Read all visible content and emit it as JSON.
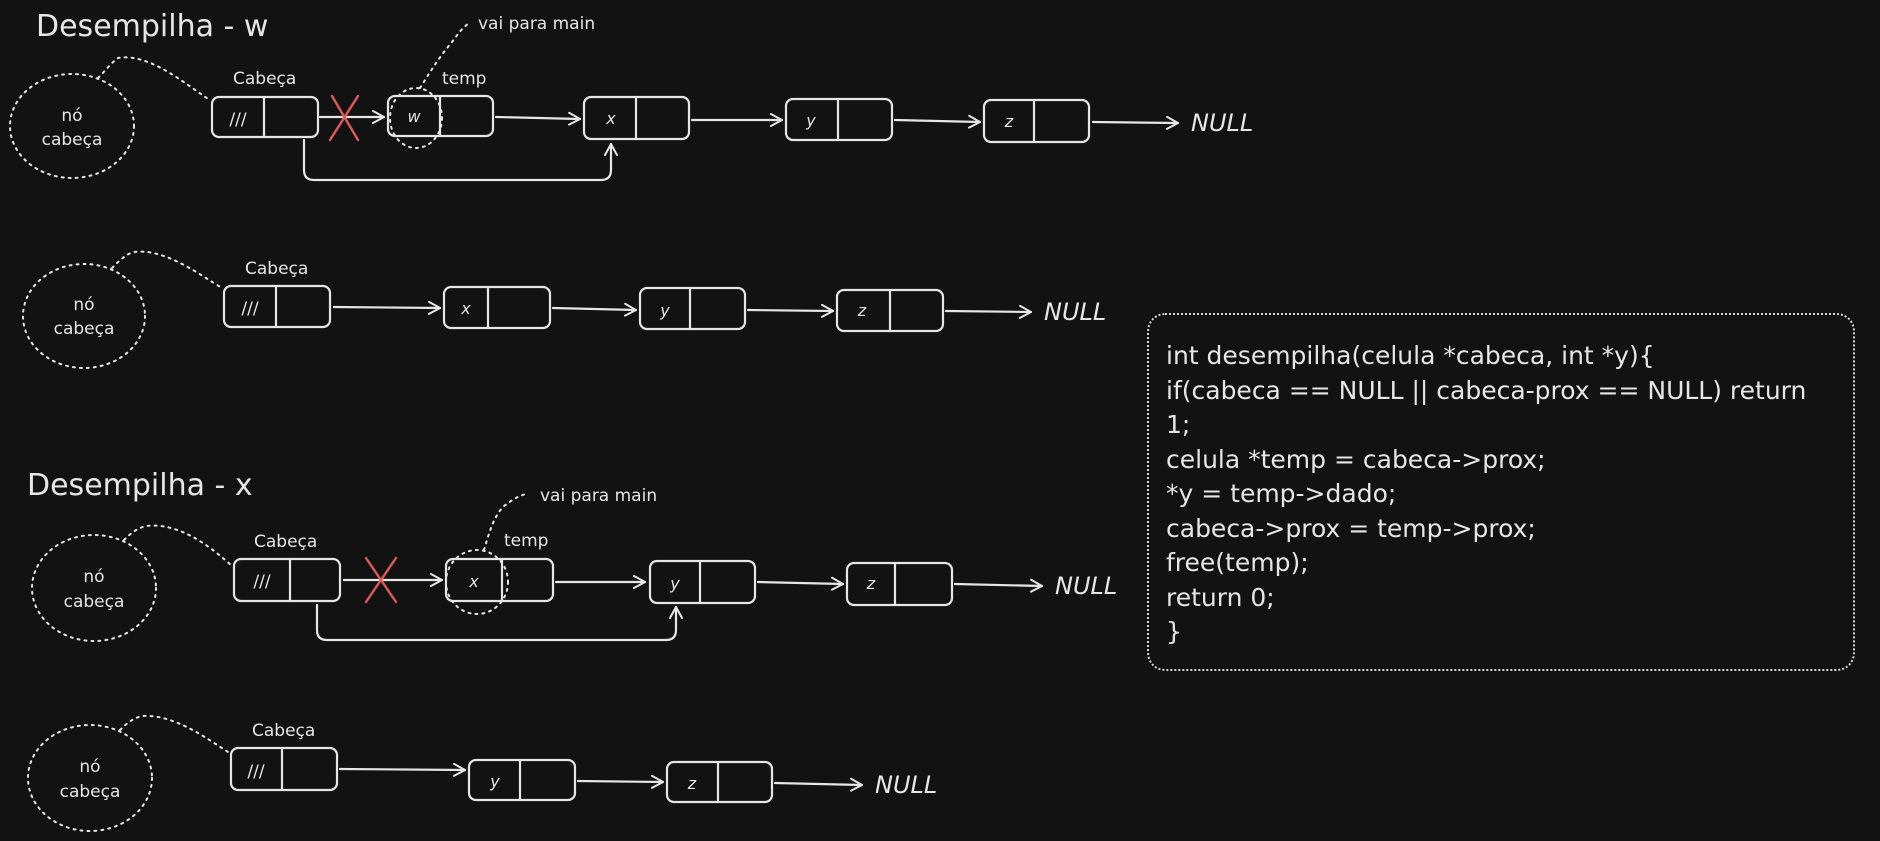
{
  "titles": {
    "pop_w": "Desempilha - w",
    "pop_x": "Desempilha - x"
  },
  "labels": {
    "head": "Cabeça",
    "temp": "temp",
    "goes_to_main": "vai para main",
    "node_head_line1": "nó",
    "node_head_line2": "cabeça",
    "null": "NULL",
    "sentinel": "///"
  },
  "lists": {
    "list1": [
      "w",
      "x",
      "y",
      "z"
    ],
    "list2": [
      "x",
      "y",
      "z"
    ],
    "list3": [
      "x",
      "y",
      "z"
    ],
    "list4": [
      "y",
      "z"
    ]
  },
  "colors": {
    "background": "#121212",
    "stroke": "#e6e6e6",
    "cross": "#e05a5a"
  },
  "code": {
    "lines": [
      "int desempilha(celula *cabeca, int *y){",
      "if(cabeca == NULL || cabeca-prox == NULL) return",
      "1;",
      "celula *temp = cabeca->prox;",
      "*y = temp->dado;",
      "cabeca->prox = temp->prox;",
      "free(temp);",
      "return 0;",
      "}"
    ]
  }
}
